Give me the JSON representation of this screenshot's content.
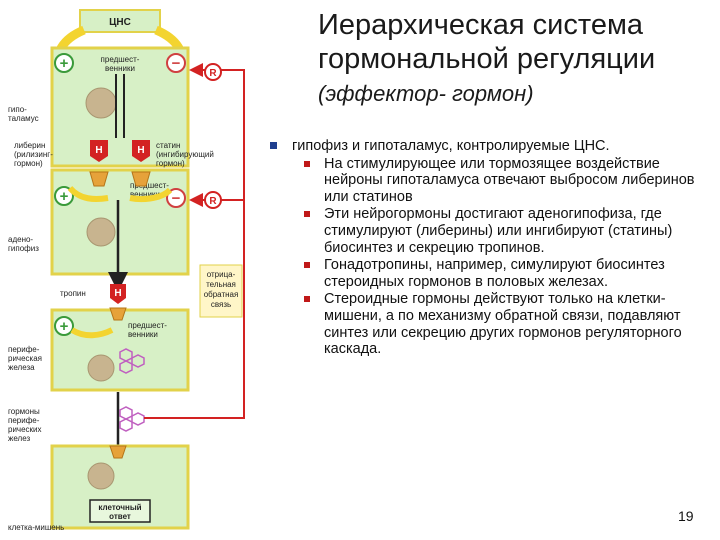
{
  "title": {
    "line1": "Иерархическая система",
    "line2": "гормональной регуляции"
  },
  "subtitle": "(эффектор- гормон)",
  "content": {
    "main_bullet": "гипофиз и гипоталамус, контролируемые ЦНС.",
    "sub_bullets": [
      "На стимулирующее или тормозящее воздействие нейроны гипоталамуса отвечают выбросом либеринов или статинов",
      "Эти нейрогормоны достигают аденогипофиза, где стимулируют (либерины) или ингибируют (статины) биосинтез и секрецию тропинов.",
      "Гонадотропины, например, симулируют биосинтез стероидных гормонов в половых железах.",
      "Стероидные гормоны действуют только на клетки-мишени, а по механизму обратной связи, подавляют синтез или секрецию других гормонов регуляторного каскада."
    ]
  },
  "page_number": "19",
  "diagram": {
    "cns": "ЦНС",
    "precursors_top": [
      "предшест-",
      "венники"
    ],
    "hypothalamus": [
      "гипо-",
      "таламус"
    ],
    "liberins": [
      "либерин",
      "(рилизинг-",
      "гормон)"
    ],
    "statins": [
      "статин",
      "(ингибирующий",
      "гормон)"
    ],
    "precursors_mid": [
      "предшест-",
      "венники"
    ],
    "adenohypophysis": [
      "адено-",
      "гипофиз"
    ],
    "feedback": [
      "отрица-",
      "тельная",
      "обратная",
      "связь"
    ],
    "tropin": "тропин",
    "precursors_low": [
      "предшест-",
      "венники"
    ],
    "peripheral_gland": [
      "перифе-",
      "рическая",
      "железа"
    ],
    "peripheral_hormones": [
      "гормоны",
      "перифе-",
      "рических",
      "желез"
    ],
    "cell_response": [
      "клеточный",
      "ответ"
    ],
    "target_cell": "клетка-мишень",
    "plus": "+",
    "minus": "−",
    "r": "R",
    "h": "H"
  },
  "colors": {
    "box_green": "#d7f0c6",
    "box_border": "#e2d24a",
    "arrow_yellow": "#f3d430",
    "red": "#d32222",
    "plus_green": "#3a9a3a",
    "minus_red": "#d04040",
    "bullet_blue": "#1f3f8f",
    "bullet_red": "#c01818"
  }
}
